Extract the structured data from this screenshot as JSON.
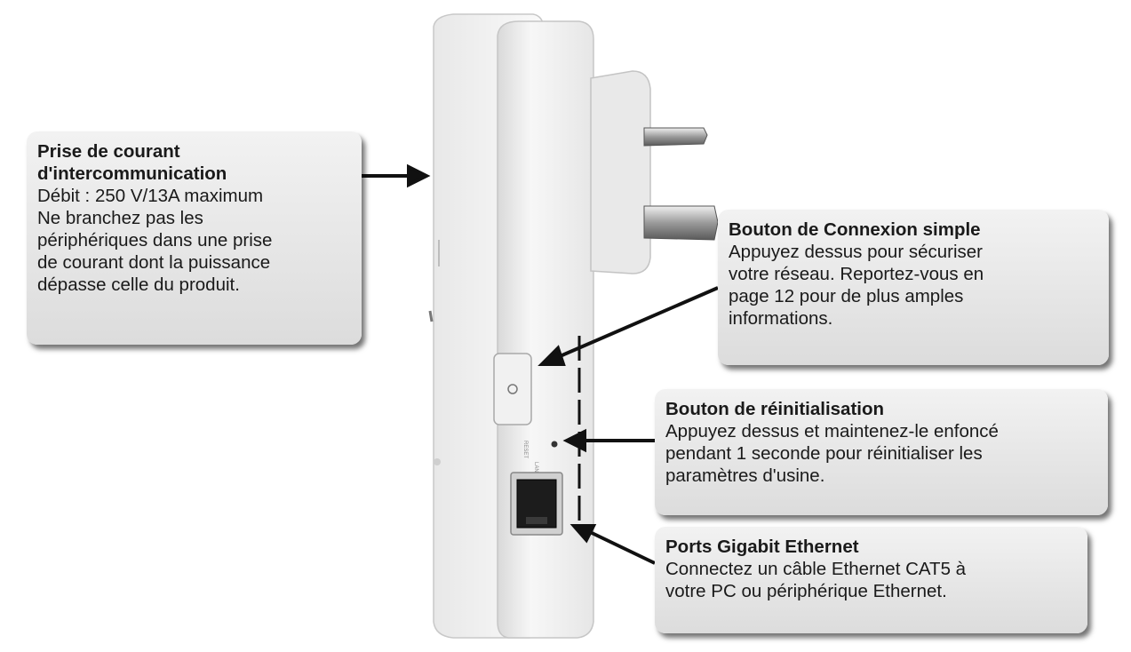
{
  "callouts": {
    "passthrough": {
      "title_lines": [
        "Prise de courant",
        "d'intercommunication"
      ],
      "body_lines": [
        "Débit : 250 V/13A maximum",
        "Ne branchez pas les",
        "périphériques dans une prise",
        "de courant dont la puissance",
        "dépasse celle du produit."
      ]
    },
    "simple_connect": {
      "title": "Bouton de Connexion simple",
      "body_lines": [
        "Appuyez dessus pour sécuriser",
        "votre réseau. Reportez-vous en",
        "page 12 pour de plus amples",
        "informations."
      ]
    },
    "reset": {
      "title": "Bouton de réinitialisation",
      "body_lines": [
        "Appuyez dessus et maintenez-le enfoncé",
        "pendant 1 seconde pour réinitialiser les",
        "paramètres d'usine."
      ]
    },
    "ethernet": {
      "title": "Ports Gigabit Ethernet",
      "body_lines": [
        "Connectez un câble Ethernet CAT5 à",
        "votre PC ou périphérique Ethernet."
      ]
    }
  },
  "device_labels": {
    "reset_label": "RESET",
    "lan_label": "LAN"
  }
}
